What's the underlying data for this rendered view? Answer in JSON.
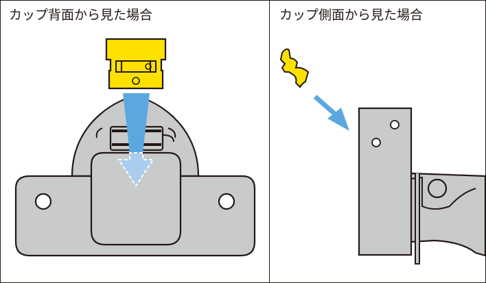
{
  "panels": {
    "left": {
      "caption": "カップ背面から見た場合"
    },
    "right": {
      "caption": "カップ側面から見た場合"
    }
  },
  "colors": {
    "outline": "#231815",
    "housing_gray": "#c9caca",
    "clip_yellow": "#ffe100",
    "arrow_blue": "#5ba8e0",
    "arrow_blue_light": "#a9cdee",
    "background": "#ffffff"
  },
  "icons": {
    "left_arrow": "arrow-down",
    "right_arrow": "arrow-down-right"
  }
}
